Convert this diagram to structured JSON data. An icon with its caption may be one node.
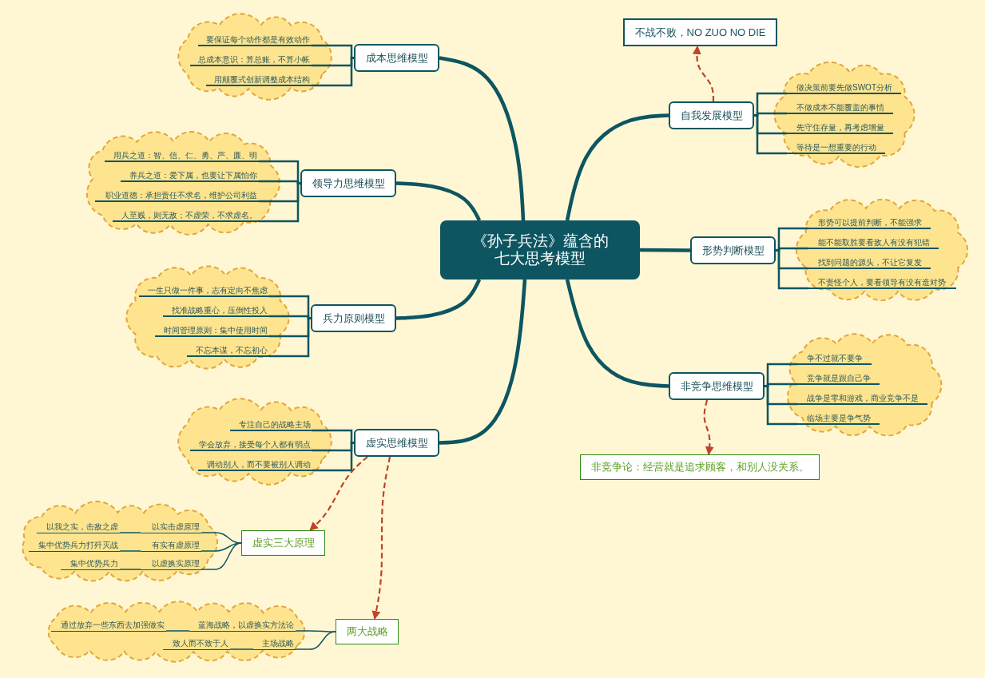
{
  "diagram": {
    "nodes": [
      {
        "text": [
          "《孙子兵法》蕴含的七大思考模型"
        ]
      },
      {
        "text": [
          "成本思维模型"
        ]
      },
      {
        "text": [],
        "shape": "cloud"
      },
      {
        "text": [
          "要保证每个动作都是有效动作"
        ],
        "in": 2
      },
      {
        "text": [
          "总成本意识：算总账，不算小帐"
        ],
        "in": 2
      },
      {
        "text": [
          "用颠覆式创新调整成本结构"
        ],
        "in": 2
      },
      {
        "text": [
          "领导力思维模型"
        ]
      },
      {
        "text": [],
        "shape": "cloud"
      },
      {
        "text": [
          "用兵之道：智、信、仁、勇、严、廉、明"
        ],
        "in": 7
      },
      {
        "text": [
          "养兵之道：爱下属，也要让下属怕你"
        ],
        "in": 7
      },
      {
        "text": [
          "职业道德：承担责任不求名，维护公司利益"
        ],
        "in": 7
      },
      {
        "text": [
          "人至贱，则无敌；不虚荣，不求虚名。"
        ],
        "in": 7
      },
      {
        "text": [
          "兵力原则模型"
        ]
      },
      {
        "text": [],
        "shape": "cloud"
      },
      {
        "text": [
          "一生只做一件事，志有定向不焦虑"
        ],
        "in": 13
      },
      {
        "text": [
          "找准战略重心，压倒性投入"
        ],
        "in": 13
      },
      {
        "text": [
          "时间管理原则：集中使用时间"
        ],
        "in": 13
      },
      {
        "text": [
          "不忘本谋，不忘初心"
        ],
        "in": 13
      },
      {
        "text": [
          "虚实思维模型"
        ]
      },
      {
        "text": [],
        "shape": "cloud"
      },
      {
        "text": [
          "专注自己的战略主场"
        ],
        "in": 19
      },
      {
        "text": [
          "学会放弃，接受每个人都有弱点"
        ],
        "in": 19
      },
      {
        "text": [
          "调动别人，而不要被别人调动"
        ],
        "in": 19
      },
      {
        "text": [
          "虚实三大原理"
        ]
      },
      {
        "text": [],
        "shape": "cloud"
      },
      {
        "text": [
          "以实击虚原理"
        ],
        "in": 24
      },
      {
        "text": [
          "以我之实，击敌之虚"
        ],
        "in": 24
      },
      {
        "text": [
          "有实有虚原理"
        ],
        "in": 24
      },
      {
        "text": [
          "集中优势兵力打歼灭战"
        ],
        "in": 24
      },
      {
        "text": [
          "以虚换实原理"
        ],
        "in": 24
      },
      {
        "text": [
          "集中优势兵力"
        ],
        "in": 24
      },
      {
        "text": [
          "两大战略"
        ]
      },
      {
        "text": [],
        "shape": "cloud"
      },
      {
        "text": [
          "蓝海战略，以虚换实方法论"
        ],
        "in": 32
      },
      {
        "text": [
          "通过放弃一些东西去加强做实"
        ],
        "in": 32
      },
      {
        "text": [
          "主场战略"
        ],
        "in": 32
      },
      {
        "text": [
          "致人而不致于人"
        ],
        "in": 32
      },
      {
        "text": [
          "自我发展模型"
        ]
      },
      {
        "text": [
          "不战不败，NO ZUO NO DIE"
        ]
      },
      {
        "text": [],
        "shape": "cloud"
      },
      {
        "text": [
          "做决策前要先做SWOT分析"
        ],
        "in": 39
      },
      {
        "text": [
          "不做成本不能覆盖的事情"
        ],
        "in": 39
      },
      {
        "text": [
          "先守住存量，再考虑增量"
        ],
        "in": 39
      },
      {
        "text": [
          "等待是一想重要的行动"
        ],
        "in": 39
      },
      {
        "text": [
          "形势判断模型"
        ]
      },
      {
        "text": [],
        "shape": "cloud"
      },
      {
        "text": [
          "形势可以提前判断，不能强求"
        ],
        "in": 45
      },
      {
        "text": [
          "能不能取胜要看敌人有没有犯错"
        ],
        "in": 45
      },
      {
        "text": [
          "找到问题的源头，不让它复发"
        ],
        "in": 45
      },
      {
        "text": [
          "不责怪个人，要看领导有没有造对势"
        ],
        "in": 45
      },
      {
        "text": [
          "非竞争思维模型"
        ]
      },
      {
        "text": [],
        "shape": "cloud"
      },
      {
        "text": [
          "争不过就不要争"
        ],
        "in": 51
      },
      {
        "text": [
          "竞争就是跟自己争"
        ],
        "in": 51
      },
      {
        "text": [
          "战争是零和游戏，商业竞争不是"
        ],
        "in": 51
      },
      {
        "text": [
          "临场主要是争气势"
        ],
        "in": 51
      },
      {
        "text": [
          "非竞争论：经营就是追求顾客，和别人没关系。"
        ]
      }
    ],
    "edges": [
      {
        "from": 0,
        "to": 1,
        "arrow": "none",
        "style": "thick"
      },
      {
        "from": 1,
        "to": 3,
        "arrow": "none"
      },
      {
        "from": 1,
        "to": 4,
        "arrow": "none"
      },
      {
        "from": 1,
        "to": 5,
        "arrow": "none"
      },
      {
        "from": 0,
        "to": 6,
        "arrow": "none",
        "style": "thick"
      },
      {
        "from": 6,
        "to": 8,
        "arrow": "none"
      },
      {
        "from": 6,
        "to": 9,
        "arrow": "none"
      },
      {
        "from": 6,
        "to": 10,
        "arrow": "none"
      },
      {
        "from": 6,
        "to": 11,
        "arrow": "none"
      },
      {
        "from": 0,
        "to": 12,
        "arrow": "none",
        "style": "thick"
      },
      {
        "from": 12,
        "to": 14,
        "arrow": "none"
      },
      {
        "from": 12,
        "to": 15,
        "arrow": "none"
      },
      {
        "from": 12,
        "to": 16,
        "arrow": "none"
      },
      {
        "from": 12,
        "to": 17,
        "arrow": "none"
      },
      {
        "from": 0,
        "to": 18,
        "arrow": "none",
        "style": "thick"
      },
      {
        "from": 18,
        "to": 20,
        "arrow": "none"
      },
      {
        "from": 18,
        "to": 21,
        "arrow": "none"
      },
      {
        "from": 18,
        "to": 22,
        "arrow": "none"
      },
      {
        "from": 18,
        "to": 23,
        "arrow": "to",
        "style": "dashed",
        "color": "#c0432a"
      },
      {
        "from": 23,
        "to": 25,
        "arrow": "none"
      },
      {
        "from": 25,
        "to": 26,
        "arrow": "none"
      },
      {
        "from": 23,
        "to": 27,
        "arrow": "none"
      },
      {
        "from": 27,
        "to": 28,
        "arrow": "none"
      },
      {
        "from": 23,
        "to": 29,
        "arrow": "none"
      },
      {
        "from": 29,
        "to": 30,
        "arrow": "none"
      },
      {
        "from": 18,
        "to": 31,
        "arrow": "to",
        "style": "dashed",
        "color": "#c0432a"
      },
      {
        "from": 31,
        "to": 33,
        "arrow": "none"
      },
      {
        "from": 33,
        "to": 34,
        "arrow": "none"
      },
      {
        "from": 31,
        "to": 35,
        "arrow": "none"
      },
      {
        "from": 35,
        "to": 36,
        "arrow": "none"
      },
      {
        "from": 0,
        "to": 37,
        "arrow": "none",
        "style": "thick"
      },
      {
        "from": 37,
        "to": 38,
        "arrow": "to",
        "style": "dashed",
        "color": "#c0432a"
      },
      {
        "from": 37,
        "to": 40,
        "arrow": "none"
      },
      {
        "from": 37,
        "to": 41,
        "arrow": "none"
      },
      {
        "from": 37,
        "to": 42,
        "arrow": "none"
      },
      {
        "from": 37,
        "to": 43,
        "arrow": "none"
      },
      {
        "from": 0,
        "to": 44,
        "arrow": "none",
        "style": "thick"
      },
      {
        "from": 44,
        "to": 46,
        "arrow": "none"
      },
      {
        "from": 44,
        "to": 47,
        "arrow": "none"
      },
      {
        "from": 44,
        "to": 48,
        "arrow": "none"
      },
      {
        "from": 44,
        "to": 49,
        "arrow": "none"
      },
      {
        "from": 0,
        "to": 50,
        "arrow": "none",
        "style": "thick"
      },
      {
        "from": 50,
        "to": 52,
        "arrow": "none"
      },
      {
        "from": 50,
        "to": 53,
        "arrow": "none"
      },
      {
        "from": 50,
        "to": 54,
        "arrow": "none"
      },
      {
        "from": 50,
        "to": 55,
        "arrow": "none"
      },
      {
        "from": 50,
        "to": 56,
        "arrow": "to",
        "style": "dashed",
        "color": "#c0432a"
      }
    ]
  }
}
